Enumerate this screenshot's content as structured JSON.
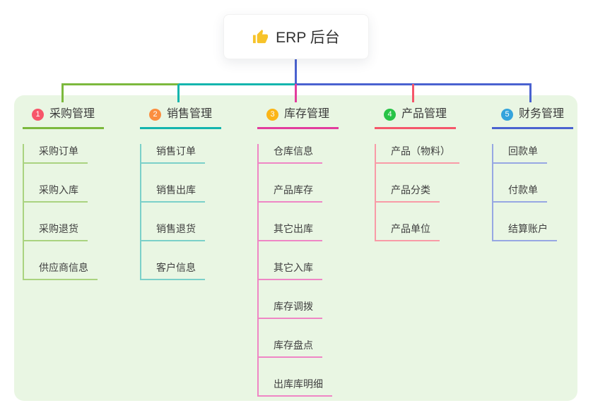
{
  "canvas": {
    "background": "#ffffff",
    "panel_background": "#e9f6e3"
  },
  "root": {
    "label": "ERP 后台",
    "icon": "thumbs-up-icon",
    "icon_color": "#f7c32a"
  },
  "branches": [
    {
      "index": "1",
      "label": "采购管理",
      "badge_color": "#f7566a",
      "line_color": "#7cb93d",
      "child_line_color": "#aad380",
      "items": [
        "采购订单",
        "采购入库",
        "采购退货",
        "供应商信息"
      ]
    },
    {
      "index": "2",
      "label": "销售管理",
      "badge_color": "#fb8e3f",
      "line_color": "#14b5ae",
      "child_line_color": "#7bd0c9",
      "items": [
        "销售订单",
        "销售出库",
        "销售退货",
        "客户信息"
      ]
    },
    {
      "index": "3",
      "label": "库存管理",
      "badge_color": "#fbb517",
      "line_color": "#e23c9d",
      "child_line_color": "#ef86c5",
      "items": [
        "仓库信息",
        "产品库存",
        "其它出库",
        "其它入库",
        "库存调拨",
        "库存盘点",
        "出库库明细"
      ]
    },
    {
      "index": "4",
      "label": "产品管理",
      "badge_color": "#27c346",
      "line_color": "#f5566a",
      "child_line_color": "#f99ba7",
      "items": [
        "产品（物料）",
        "产品分类",
        "产品单位"
      ]
    },
    {
      "index": "5",
      "label": "财务管理",
      "badge_color": "#35a4dc",
      "line_color": "#4a62d0",
      "child_line_color": "#97a7e3",
      "items": [
        "回款单",
        "付款单",
        "结算账户"
      ]
    }
  ]
}
